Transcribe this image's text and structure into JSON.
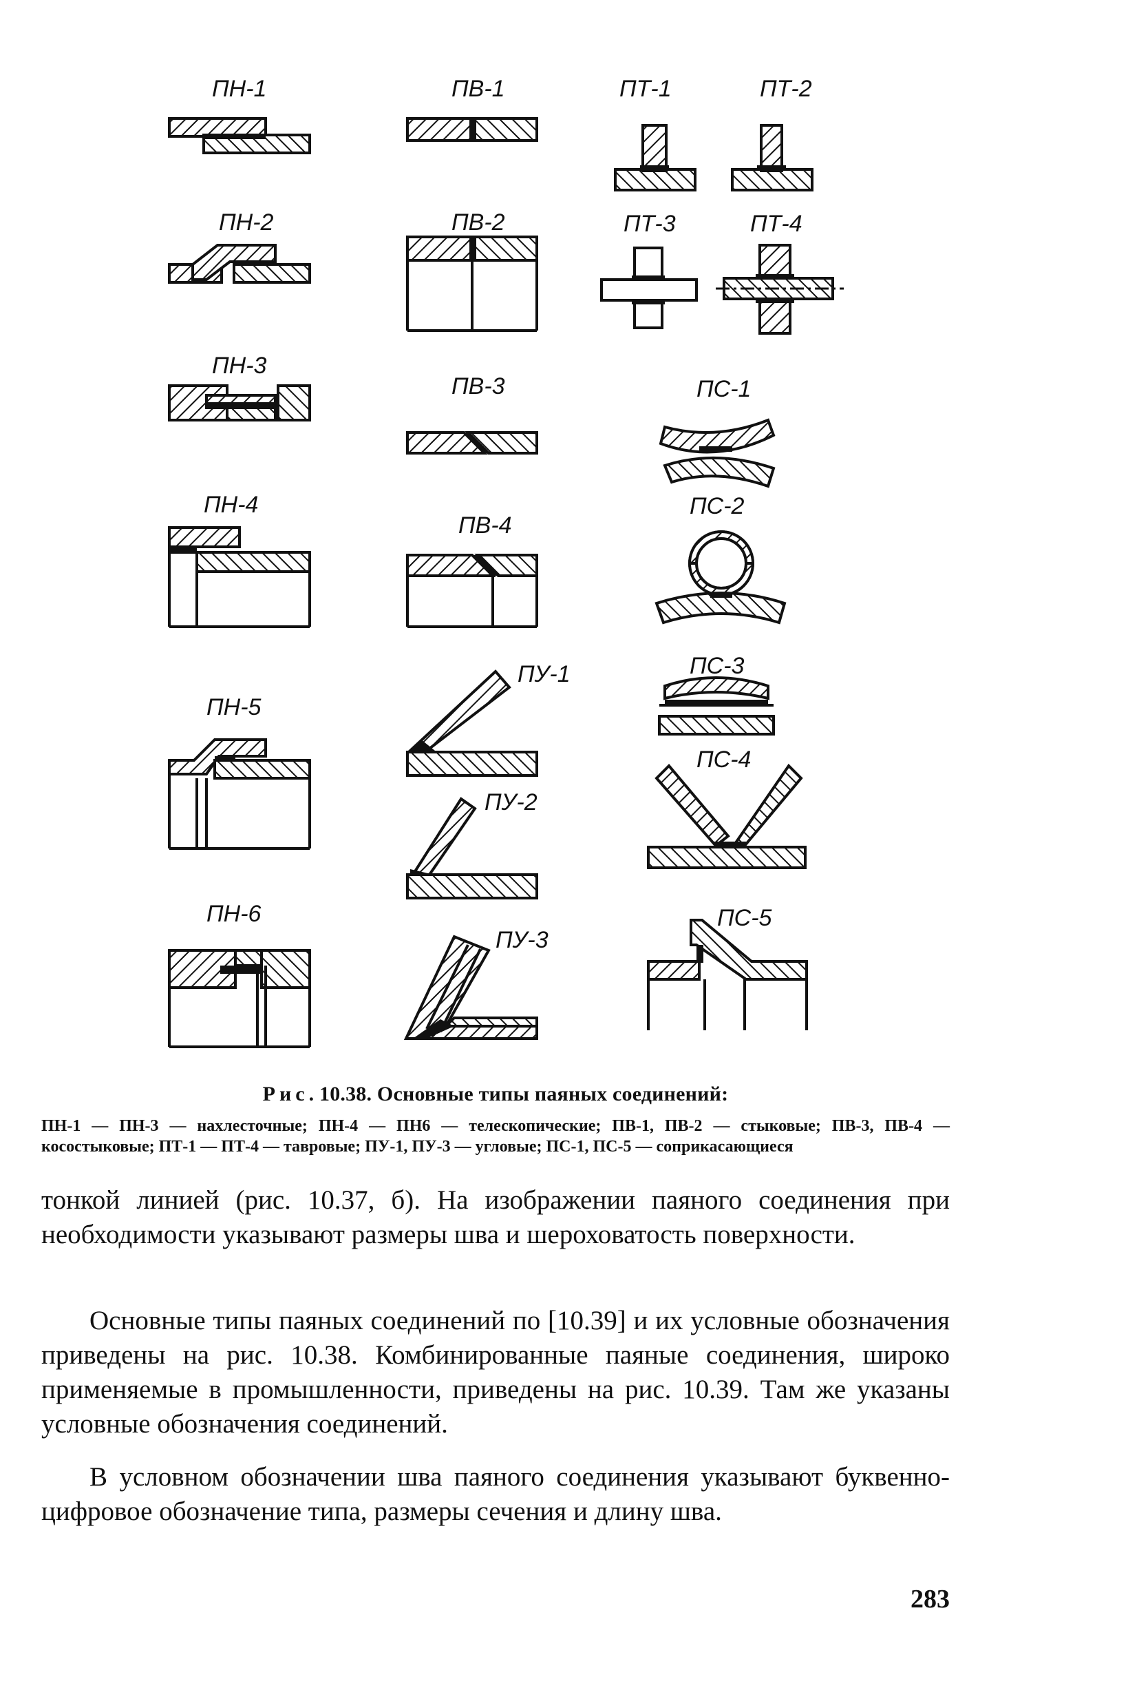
{
  "figure": {
    "labels": {
      "pn1": "ПН-1",
      "pn2": "ПН-2",
      "pn3": "ПН-3",
      "pn4": "ПН-4",
      "pn5": "ПН-5",
      "pn6": "ПН-6",
      "pv1": "ПВ-1",
      "pv2": "ПВ-2",
      "pv3": "ПВ-3",
      "pv4": "ПВ-4",
      "pt1": "ПТ-1",
      "pt2": "ПТ-2",
      "pt3": "ПТ-3",
      "pt4": "ПТ-4",
      "pu1": "ПУ-1",
      "pu2": "ПУ-2",
      "pu3": "ПУ-3",
      "ps1": "ПС-1",
      "ps2": "ПС-2",
      "ps3": "ПС-3",
      "ps4": "ПС-4",
      "ps5": "ПС-5"
    },
    "caption_lead": "Рис",
    "caption_rest": ". 10.38. Основные типы паяных соединений:",
    "legend": "ПН-1 — ПН-3 — нахлесточные; ПН-4 — ПН6 — телескопические; ПВ-1, ПВ-2 — стыковые; ПВ-3, ПВ-4 — косостыковые; ПТ-1 — ПТ-4 — тавровые; ПУ-1, ПУ-3 — угловые; ПС-1, ПС-5 — соприкасающиеся"
  },
  "body": {
    "p1": "тонкой линией (рис. 10.37, б). На изображении паяного соединения при необходимости указывают размеры шва и шероховатость поверхности.",
    "p2": "Основные типы паяных соединений по [10.39] и их условные обозначения приведены на рис. 10.38. Комбинированные паяные соединения, широко применяемые в промышленности, приведены на рис. 10.39. Там же указаны условные обозначения соединений.",
    "p3": "В условном обозначении шва паяного соединения указывают буквенно-цифровое обозначение типа, размеры сечения и длину шва."
  },
  "page_number": "283"
}
